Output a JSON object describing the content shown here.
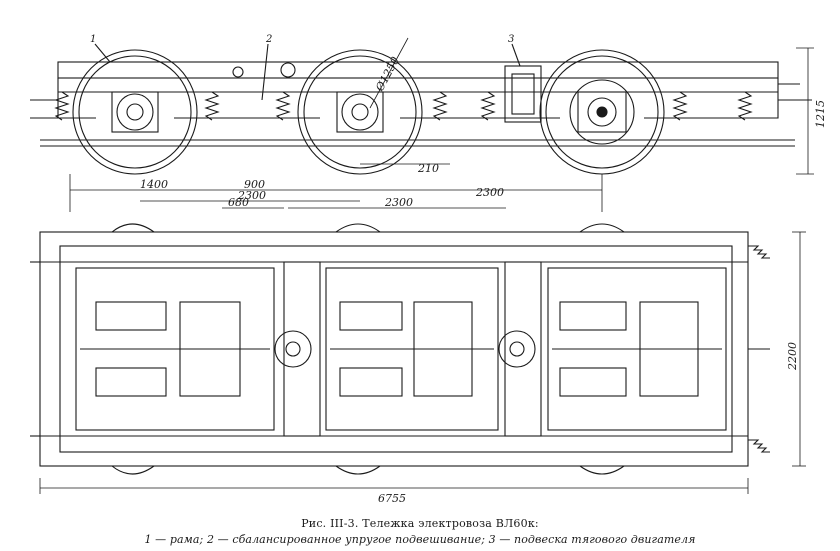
{
  "callouts": {
    "c1": "1",
    "c2": "2",
    "c3": "3"
  },
  "dimensions": {
    "wheel_dia": "Ø1250",
    "height": "1215",
    "d210": "210",
    "d1400": "1400",
    "d900": "900",
    "d2300a": "2300",
    "d2300b": "2300",
    "d680": "680",
    "d2300c": "2300",
    "width": "2200",
    "length": "6755"
  },
  "caption": {
    "title": "Рис. III-3. Тележка электровоза ВЛ60к:",
    "legend": "1 — рама; 2 — сбалансированное упругое подвешивание; 3 — подвеска тягового двигателя"
  }
}
